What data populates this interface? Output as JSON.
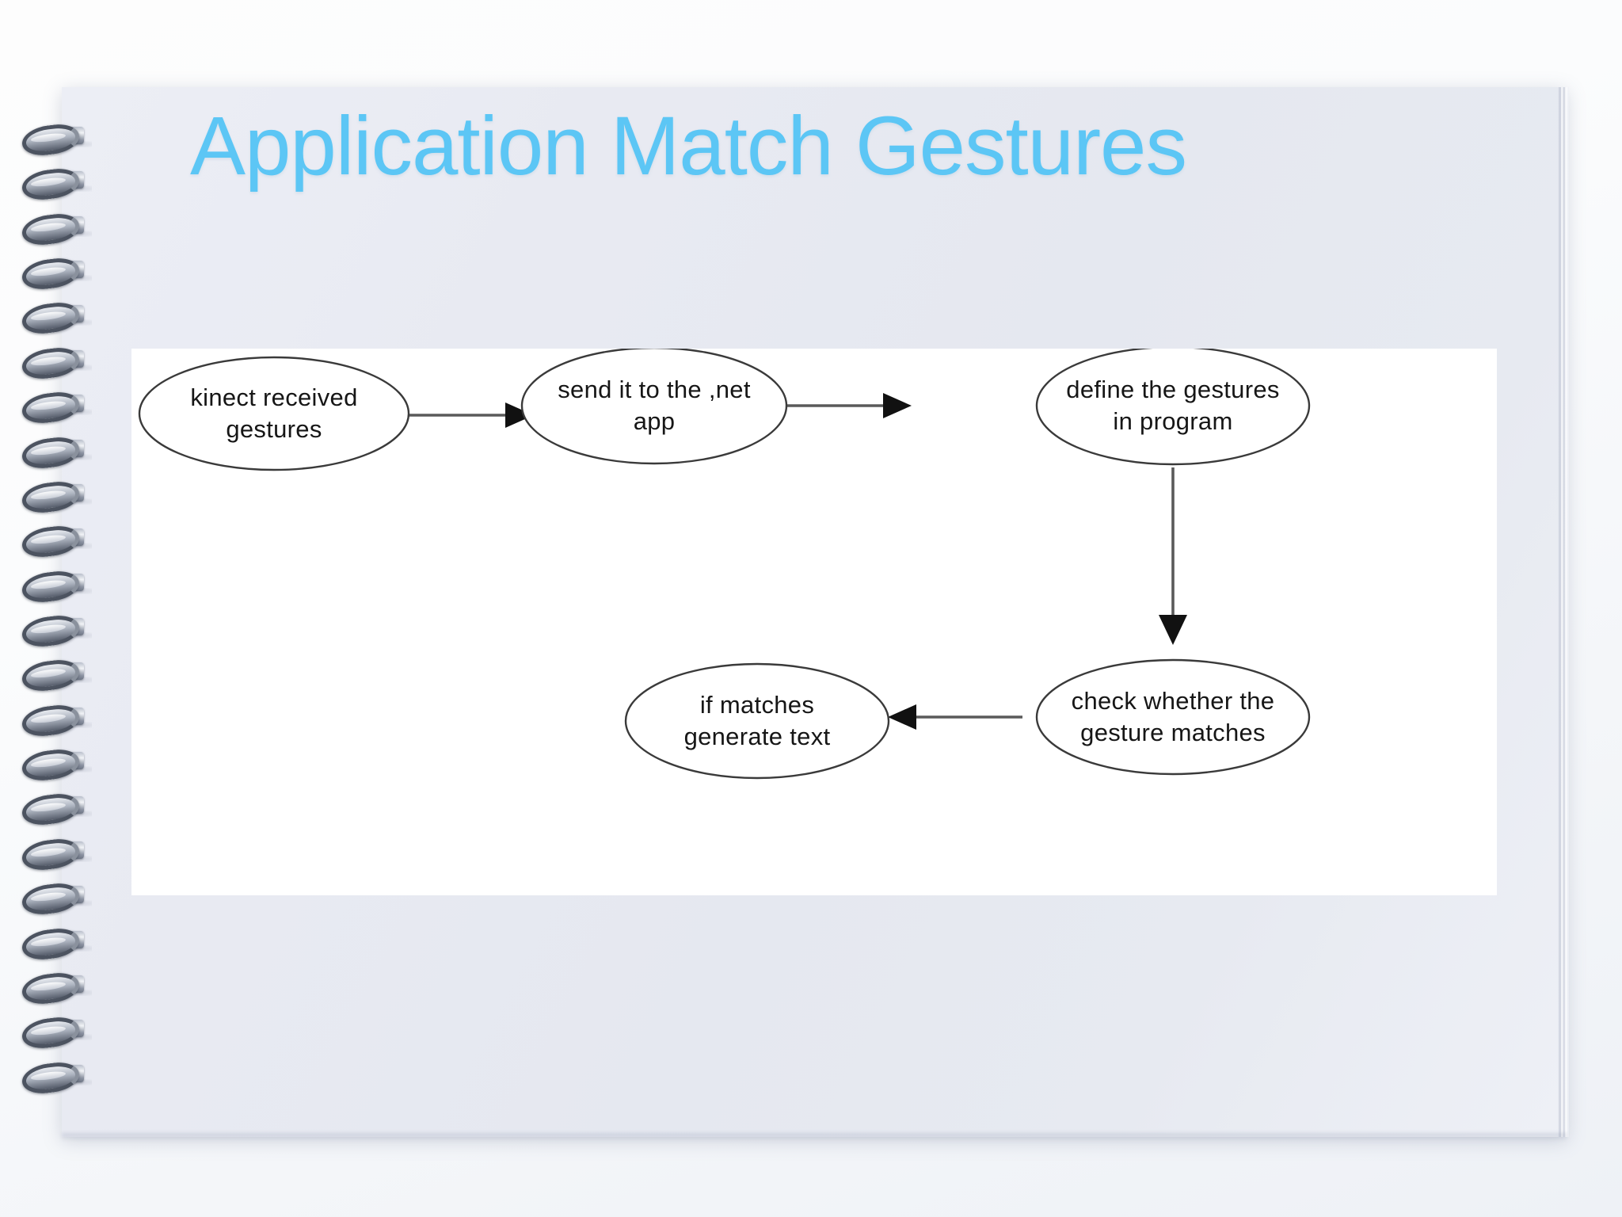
{
  "slide": {
    "title": "Application Match Gestures",
    "title_color": "#5cc6f5",
    "page_background": "#e8eaf2",
    "canvas_background": "#ffffff"
  },
  "binding": {
    "icon_name": "spiral-binding-rings",
    "ring_count": 22
  },
  "diagram": {
    "type": "flowchart",
    "node_shape": "ellipse",
    "nodes": [
      {
        "id": "n1",
        "label_line1": "kinect received",
        "label_line2": "gestures"
      },
      {
        "id": "n2",
        "label_line1": "send it to the ,net",
        "label_line2": "app"
      },
      {
        "id": "n3",
        "label_line1": "define the gestures",
        "label_line2": "in program"
      },
      {
        "id": "n4",
        "label_line1": "check whether the",
        "label_line2": "gesture matches"
      },
      {
        "id": "n5",
        "label_line1": "if matches",
        "label_line2": "generate text"
      }
    ],
    "edges": [
      {
        "from": "n1",
        "to": "n2",
        "direction": "right"
      },
      {
        "from": "n2",
        "to": "n3",
        "direction": "right"
      },
      {
        "from": "n3",
        "to": "n4",
        "direction": "down"
      },
      {
        "from": "n4",
        "to": "n5",
        "direction": "left"
      }
    ]
  }
}
